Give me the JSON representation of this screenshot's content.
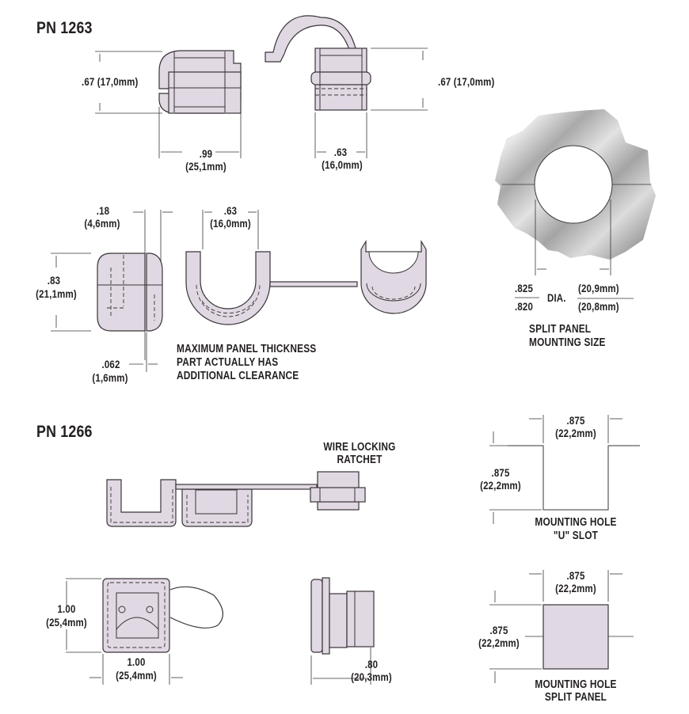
{
  "sections": [
    {
      "title": "PN 1263",
      "dimensions": {
        "side_height": ".67 (17,0mm)",
        "side_width_in": ".99",
        "side_width_mm": "(25,1mm)",
        "cap_height": ".67 (17,0mm)",
        "cap_width_in": ".63",
        "cap_width_mm": "(16,0mm)",
        "thickness_in": ".18",
        "thickness_mm": "(4,6mm)",
        "opening_in": ".63",
        "opening_mm": "(16,0mm)",
        "end_height_in": ".83",
        "end_height_mm": "(21,1mm)",
        "panel_in": ".062",
        "panel_mm": "(1,6mm)"
      },
      "notes": {
        "panel_note": [
          "MAXIMUM PANEL THICKNESS",
          "PART ACTUALLY HAS",
          "ADDITIONAL CLEARANCE"
        ]
      },
      "mounting": {
        "dia_max_in": ".825",
        "dia_min_in": ".820",
        "dia_label": "DIA.",
        "dia_max_mm": "(20,9mm)",
        "dia_min_mm": "(20,8mm)",
        "caption": [
          "SPLIT PANEL",
          "MOUNTING SIZE"
        ]
      }
    },
    {
      "title": "PN 1266",
      "callout": [
        "WIRE LOCKING",
        "RATCHET"
      ],
      "dimensions": {
        "front_height_in": "1.00",
        "front_height_mm": "(25,4mm)",
        "front_width_in": "1.00",
        "front_width_mm": "(25,4mm)",
        "depth_in": ".80",
        "depth_mm": "(20,3mm)"
      },
      "u_slot": {
        "width_in": ".875",
        "width_mm": "(22,2mm)",
        "height_in": ".875",
        "height_mm": "(22,2mm)",
        "caption": [
          "MOUNTING HOLE",
          "\"U\" SLOT"
        ]
      },
      "split_panel": {
        "width_in": ".875",
        "width_mm": "(22,2mm)",
        "height_in": ".875",
        "height_mm": "(22,2mm)",
        "caption": [
          "MOUNTING HOLE",
          "SPLIT PANEL"
        ]
      }
    }
  ],
  "colors": {
    "part_fill": "#e0d8e2",
    "line": "#3a3438",
    "text": "#231f20"
  }
}
